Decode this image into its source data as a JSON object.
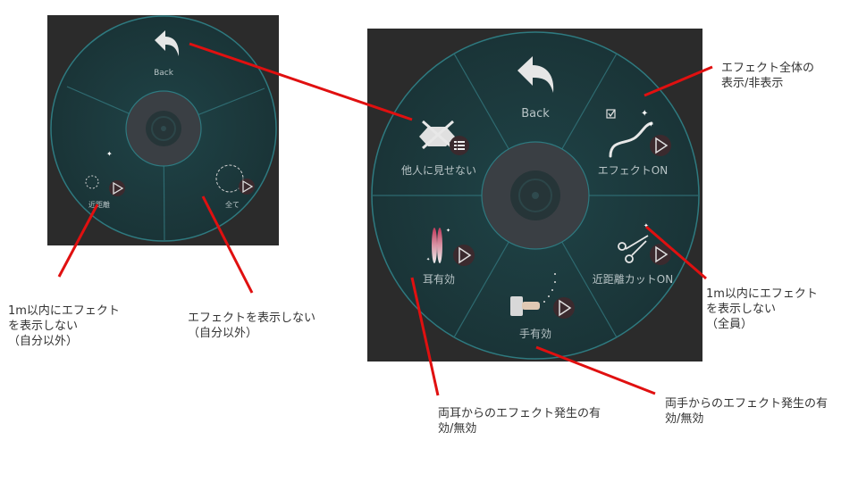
{
  "colors": {
    "panel_bg": "#2b2b2b",
    "wheel_fill": "#1c3a3e",
    "wheel_stroke": "#2e7a80",
    "hub_fill": "#3a3f44",
    "label_color": "#b8c4c6",
    "annotation_line": "#e01010",
    "annotation_text": "#333333"
  },
  "left_menu": {
    "items": [
      {
        "label": "Back",
        "icon": "back-arrow-icon"
      },
      {
        "label": "近距離",
        "icon": "near-distance-icon"
      },
      {
        "label": "全て",
        "icon": "all-circle-icon"
      }
    ]
  },
  "right_menu": {
    "items": [
      {
        "label": "Back",
        "icon": "back-arrow-icon"
      },
      {
        "label": "エフェクトON",
        "icon": "effect-wave-icon",
        "checked": true
      },
      {
        "label": "近距離カットON",
        "icon": "scissors-icon"
      },
      {
        "label": "手有効",
        "icon": "hand-icon"
      },
      {
        "label": "耳有効",
        "icon": "ears-icon"
      },
      {
        "label": "他人に見せない",
        "icon": "hide-from-others-icon"
      }
    ]
  },
  "annotations": {
    "effect_all": "エフェクト全体の\n表示/非表示",
    "near_cut_all": "1m以内にエフェクト\nを表示しない\n（全員）",
    "near_others": "1m以内にエフェクト\nを表示しない\n（自分以外）",
    "all_others": "エフェクトを表示しない\n（自分以外）",
    "ears": "両耳からのエフェクト発生の有\n効/無効",
    "hands": "両手からのエフェクト発生の有\n効/無効"
  }
}
